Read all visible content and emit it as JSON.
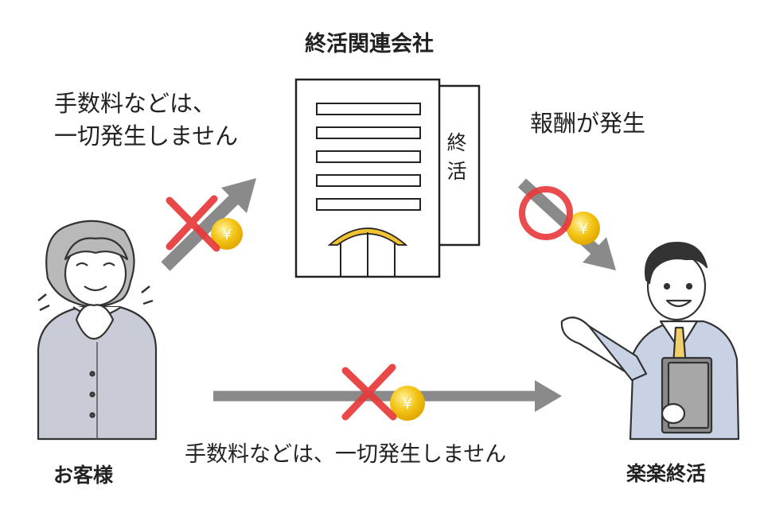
{
  "title": "終活関連会社",
  "building_sign": "終活",
  "note_left": [
    "手数料などは、",
    "一切発生しません"
  ],
  "note_right": "報酬が発生",
  "note_bottom": "手数料などは、一切発生しません",
  "customer_label": "お客様",
  "agent_label": "楽楽終活",
  "coin_symbol": "¥",
  "colors": {
    "arrow": "#8a8a8a",
    "cross": "#e8393a",
    "coin": "#f5c518",
    "arch": "#f1c232",
    "line": "#222222",
    "customer_cloth": "#c9ccd6",
    "agent_suit": "#c8d2e4"
  }
}
